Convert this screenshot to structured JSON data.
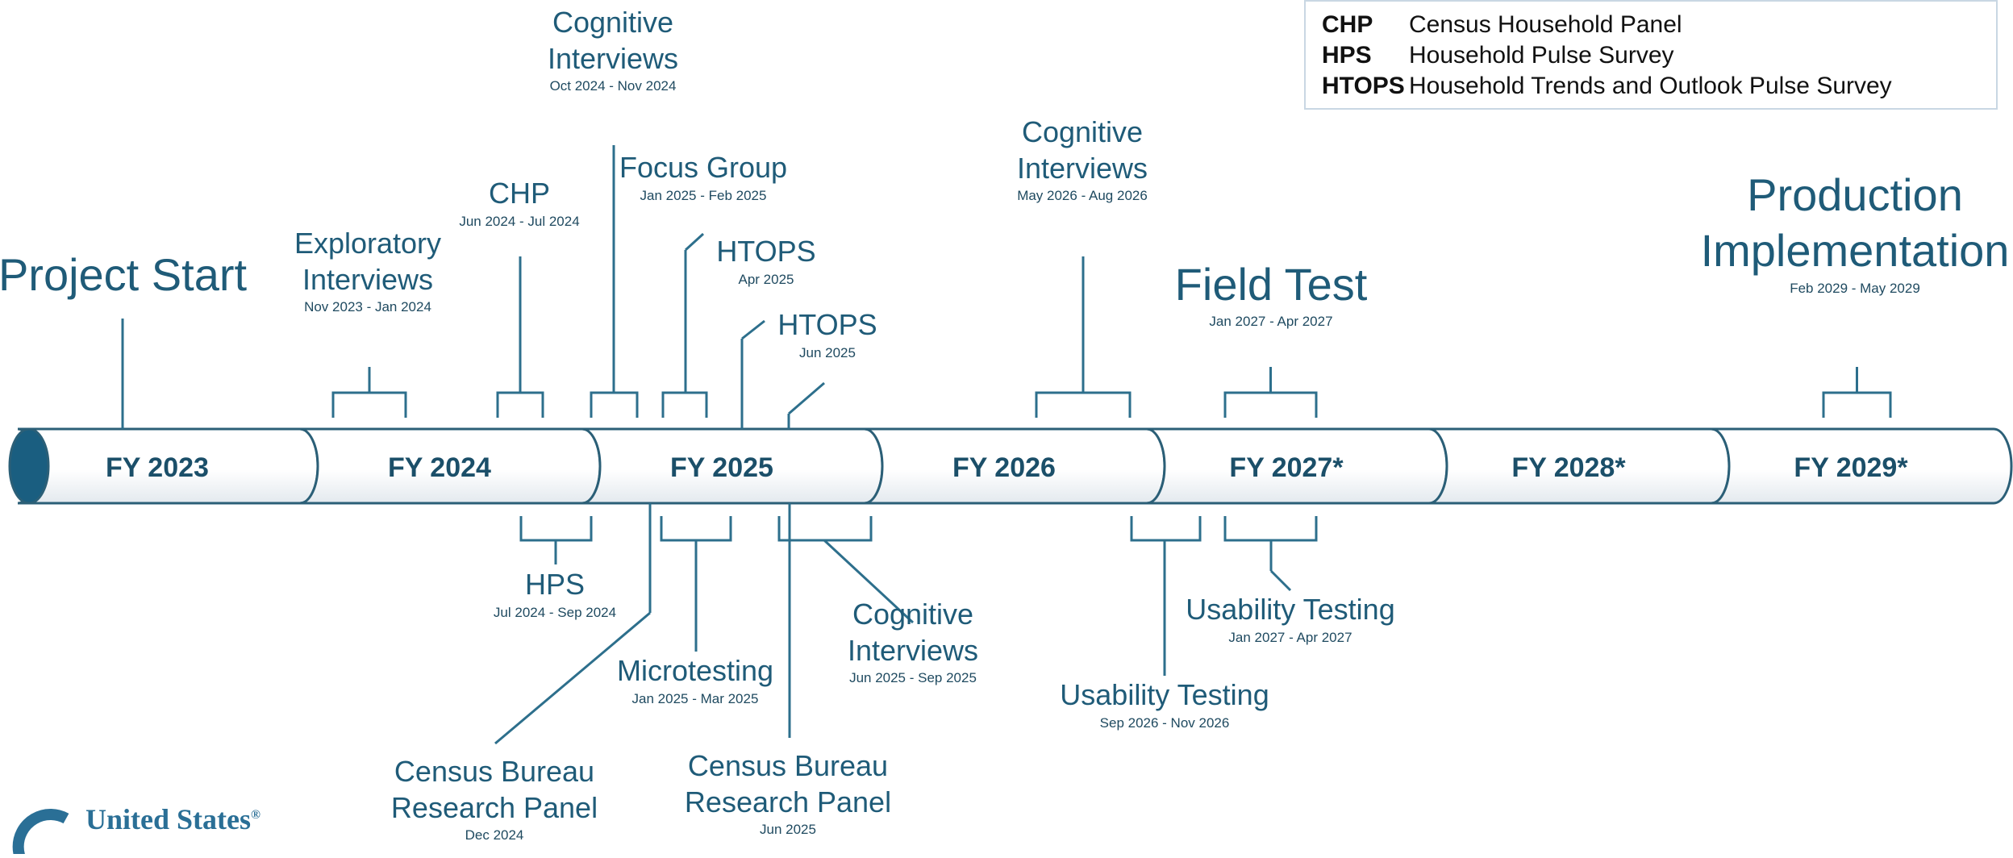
{
  "legend": [
    {
      "abbr": "CHP",
      "text": "Census Household Panel"
    },
    {
      "abbr": "HPS",
      "text": "Household Pulse Survey"
    },
    {
      "abbr": "HTOPS",
      "text": "Household Trends and Outlook Pulse Survey"
    }
  ],
  "fiscal_years": [
    "FY 2023",
    "FY 2024",
    "FY 2025",
    "FY 2026",
    "FY 2027*",
    "FY 2028*",
    "FY 2029*"
  ],
  "milestones_above": [
    {
      "title": "Project Start",
      "date": ""
    },
    {
      "title": "Exploratory Interviews",
      "date": "Nov 2023 - Jan 2024"
    },
    {
      "title": "CHP",
      "date": "Jun 2024 - Jul 2024"
    },
    {
      "title": "Cognitive Interviews",
      "date": "Oct 2024 - Nov 2024"
    },
    {
      "title": "Focus Group",
      "date": "Jan 2025 - Feb 2025"
    },
    {
      "title": "HTOPS",
      "date": "Apr 2025"
    },
    {
      "title": "HTOPS",
      "date": "Jun 2025"
    },
    {
      "title": "Cognitive Interviews",
      "date": "May 2026 - Aug 2026"
    },
    {
      "title": "Field Test",
      "date": "Jan 2027 - Apr 2027"
    },
    {
      "title": "Production Implementation",
      "date": "Feb 2029 - May 2029"
    }
  ],
  "milestones_below": [
    {
      "title": "HPS",
      "date": "Jul 2024 - Sep 2024"
    },
    {
      "title": "Census Bureau Research Panel",
      "date": "Dec 2024"
    },
    {
      "title": "Microtesting",
      "date": "Jan 2025 - Mar 2025"
    },
    {
      "title": "Census Bureau Research Panel",
      "date": "Jun 2025"
    },
    {
      "title": "Cognitive Interviews",
      "date": "Jun 2025 - Sep 2025"
    },
    {
      "title": "Usability Testing",
      "date": "Sep 2026 - Nov 2026"
    },
    {
      "title": "Usability Testing",
      "date": "Jan 2027 - Apr 2027"
    }
  ],
  "logo": {
    "text": "United States",
    "mark": "®"
  },
  "colors": {
    "primary": "#1f5b78",
    "line": "#2d6f8c",
    "bar_border": "#2b5f77",
    "bar_text": "#1b4f69"
  }
}
